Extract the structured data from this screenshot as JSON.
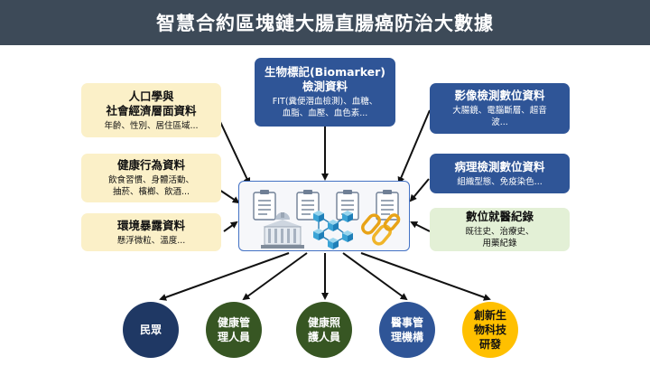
{
  "header": {
    "title": "智慧合約區塊鏈大腸直腸癌防治大數據"
  },
  "sources": {
    "demographic": {
      "title": "人口學與\n社會經濟層面資料",
      "sub": "年齡、性別、居住區域..."
    },
    "behavior": {
      "title": "健康行為資料",
      "sub": "飲食習慣、身體活動、\n抽菸、檳榔、飲酒..."
    },
    "environment": {
      "title": "環境暴露資料",
      "sub": "懸浮微粒、溫度..."
    },
    "biomarker": {
      "title": "生物標記(Biomarker)\n檢測資料",
      "sub": "FIT(糞便潛血檢測)、血糖、\n血脂、血壓、血色素..."
    },
    "imaging": {
      "title": "影像檢測數位資料",
      "sub": "大腸鏡、電腦斷層、超音\n波..."
    },
    "pathology": {
      "title": "病理檢測數位資料",
      "sub": "組織型態、免疫染色..."
    },
    "medical_records": {
      "title": "數位就醫紀錄",
      "sub": "既往史、治療史、\n用藥紀錄"
    }
  },
  "beneficiaries": [
    {
      "label": "民眾"
    },
    {
      "label": "健康管\n理人員"
    },
    {
      "label": "健康照\n護人員"
    },
    {
      "label": "醫事管\n理機構"
    },
    {
      "label": "創新生\n物科技\n研發"
    }
  ],
  "center": {
    "documents": 4,
    "icons": [
      "government-building-icon",
      "blockchain-network-icon",
      "chain-link-icon"
    ]
  },
  "colors": {
    "header": "#3d4a58",
    "navy": "#1f3864",
    "blue": "#2f5597",
    "green": "#375623",
    "yellow": "#ffc000",
    "cream": "#fbf0c8",
    "mint": "#e3f0d6"
  }
}
